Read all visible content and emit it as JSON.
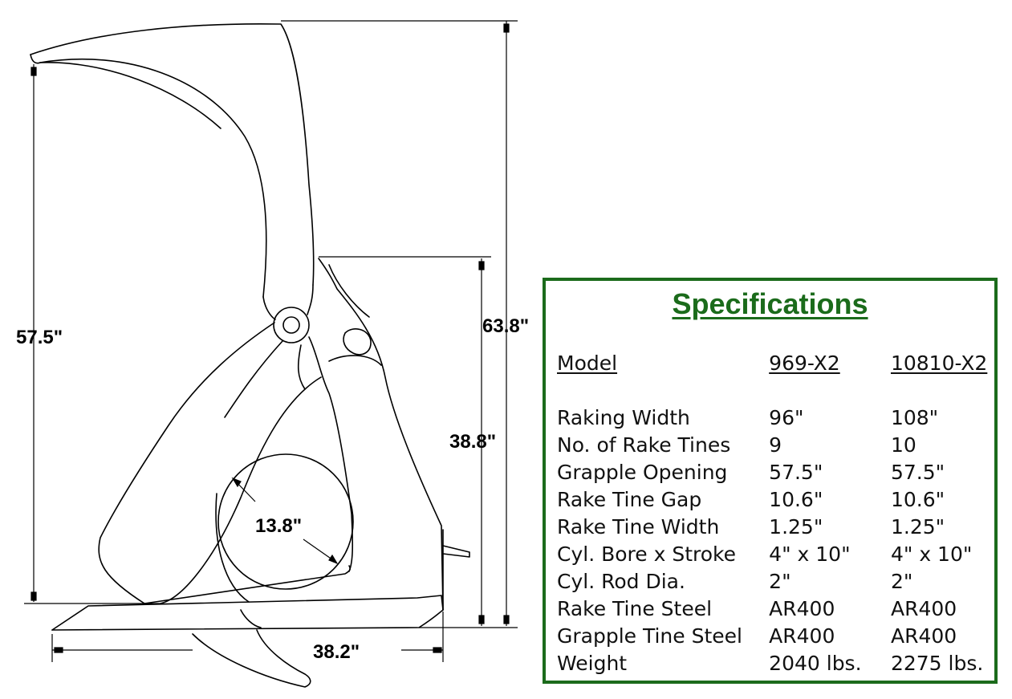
{
  "dimensions": {
    "grapple_opening": "57.5\"",
    "overall_height": "63.8\"",
    "frame_height": "38.8\"",
    "depth": "38.2\"",
    "bale_diameter": "13.8\""
  },
  "specifications": {
    "title": "Specifications",
    "header": {
      "label": "Model",
      "model_a": "969-X2",
      "model_b": "10810-X2"
    },
    "rows": [
      {
        "label": "Raking Width",
        "model_a": "96\"",
        "model_b": "108\""
      },
      {
        "label": "No. of Rake Tines",
        "model_a": "9",
        "model_b": "10"
      },
      {
        "label": "Grapple Opening",
        "model_a": "57.5\"",
        "model_b": "57.5\""
      },
      {
        "label": "Rake Tine Gap",
        "model_a": "10.6\"",
        "model_b": "10.6\""
      },
      {
        "label": "Rake Tine Width",
        "model_a": "1.25\"",
        "model_b": "1.25\""
      },
      {
        "label": "Cyl. Bore x Stroke",
        "model_a": "4\" x 10\"",
        "model_b": "4\" x 10\""
      },
      {
        "label": "Cyl. Rod Dia.",
        "model_a": "2\"",
        "model_b": "2\""
      },
      {
        "label": "Rake Tine Steel",
        "model_a": "AR400",
        "model_b": "AR400"
      },
      {
        "label": "Grapple Tine Steel",
        "model_a": "AR400",
        "model_b": "AR400"
      },
      {
        "label": "Weight",
        "model_a": "2040 lbs.",
        "model_b": "2275 lbs."
      }
    ]
  },
  "colors": {
    "panel_border": "#1b6b1b",
    "title": "#1b6b1b",
    "line": "#000000"
  }
}
